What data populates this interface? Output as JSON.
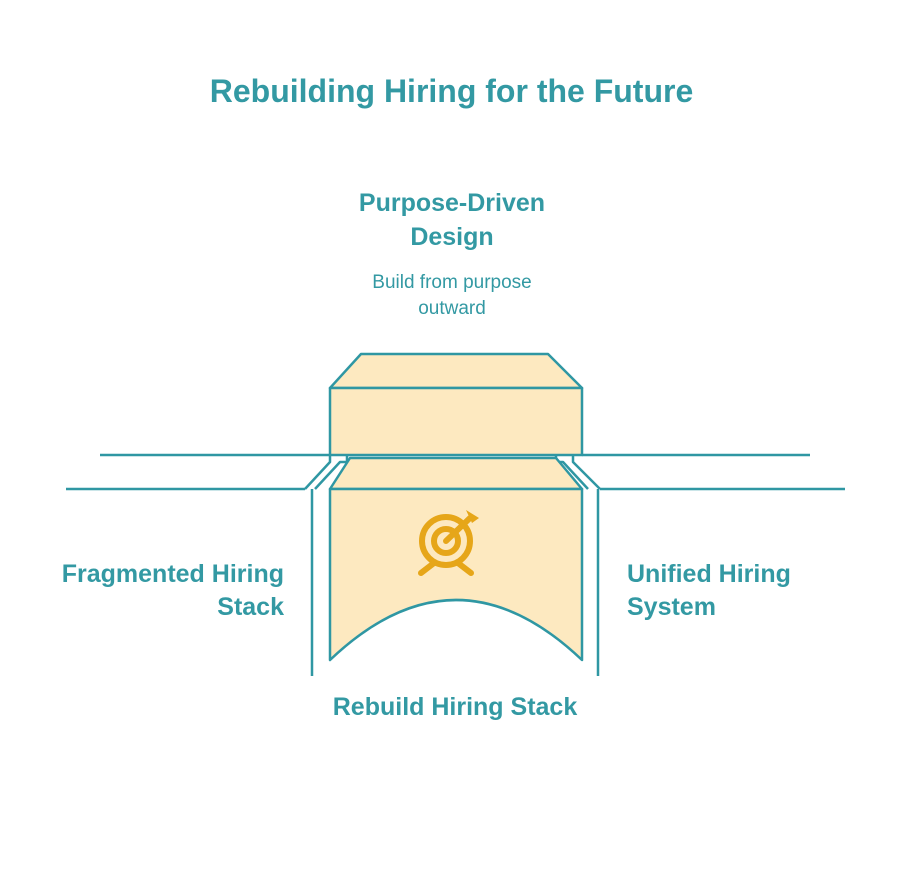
{
  "title": "Rebuilding Hiring for the Future",
  "top": {
    "title_line1": "Purpose-Driven",
    "title_line2": "Design",
    "desc_line1": "Build from purpose",
    "desc_line2": "outward"
  },
  "left": {
    "line1": "Fragmented Hiring",
    "line2": "Stack"
  },
  "right": {
    "line1": "Unified Hiring",
    "line2": "System"
  },
  "bottom": {
    "label": "Rebuild Hiring Stack"
  },
  "icons": {
    "center": "target-arrow-icon"
  },
  "colors": {
    "text": "#3399a3",
    "stroke": "#2f97a3",
    "fill": "#fde9c0",
    "icon": "#e6a619"
  }
}
